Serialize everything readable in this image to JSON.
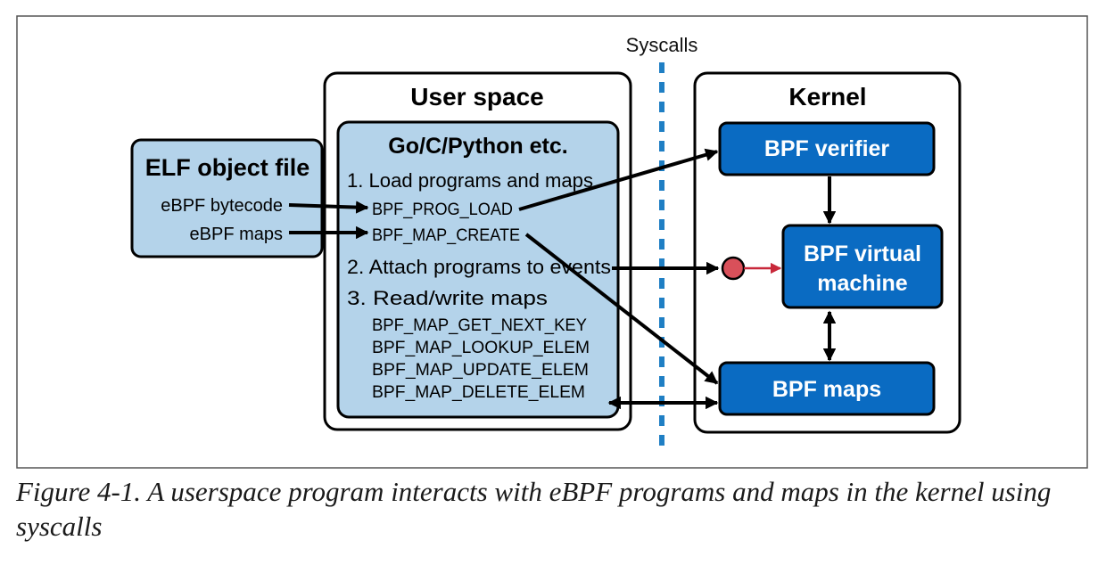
{
  "diagram": {
    "syscalls_label": "Syscalls",
    "elf": {
      "title": "ELF object file",
      "items": [
        "eBPF bytecode",
        "eBPF maps"
      ]
    },
    "user_space": {
      "title": "User space",
      "inner_title": "Go/C/Python etc.",
      "step1": "1. Load programs and maps",
      "step1_calls": [
        "BPF_PROG_LOAD",
        "BPF_MAP_CREATE"
      ],
      "step2": "2. Attach programs to events",
      "step3": "3. Read/write maps",
      "step3_calls": [
        "BPF_MAP_GET_NEXT_KEY",
        "BPF_MAP_LOOKUP_ELEM",
        "BPF_MAP_UPDATE_ELEM",
        "BPF_MAP_DELETE_ELEM"
      ]
    },
    "kernel": {
      "title": "Kernel",
      "verifier": "BPF verifier",
      "vm_line1": "BPF virtual",
      "vm_line2": "machine",
      "maps": "BPF maps"
    },
    "colors": {
      "light_blue": "#b4d3ea",
      "kernel_blue": "#0a6bc2",
      "syscall_line": "#1f7fc4",
      "event_dot": "#d9505a",
      "event_arrow": "#c8283a"
    }
  },
  "caption": "Figure 4-1. A userspace program interacts with eBPF programs and maps in the kernel using syscalls"
}
